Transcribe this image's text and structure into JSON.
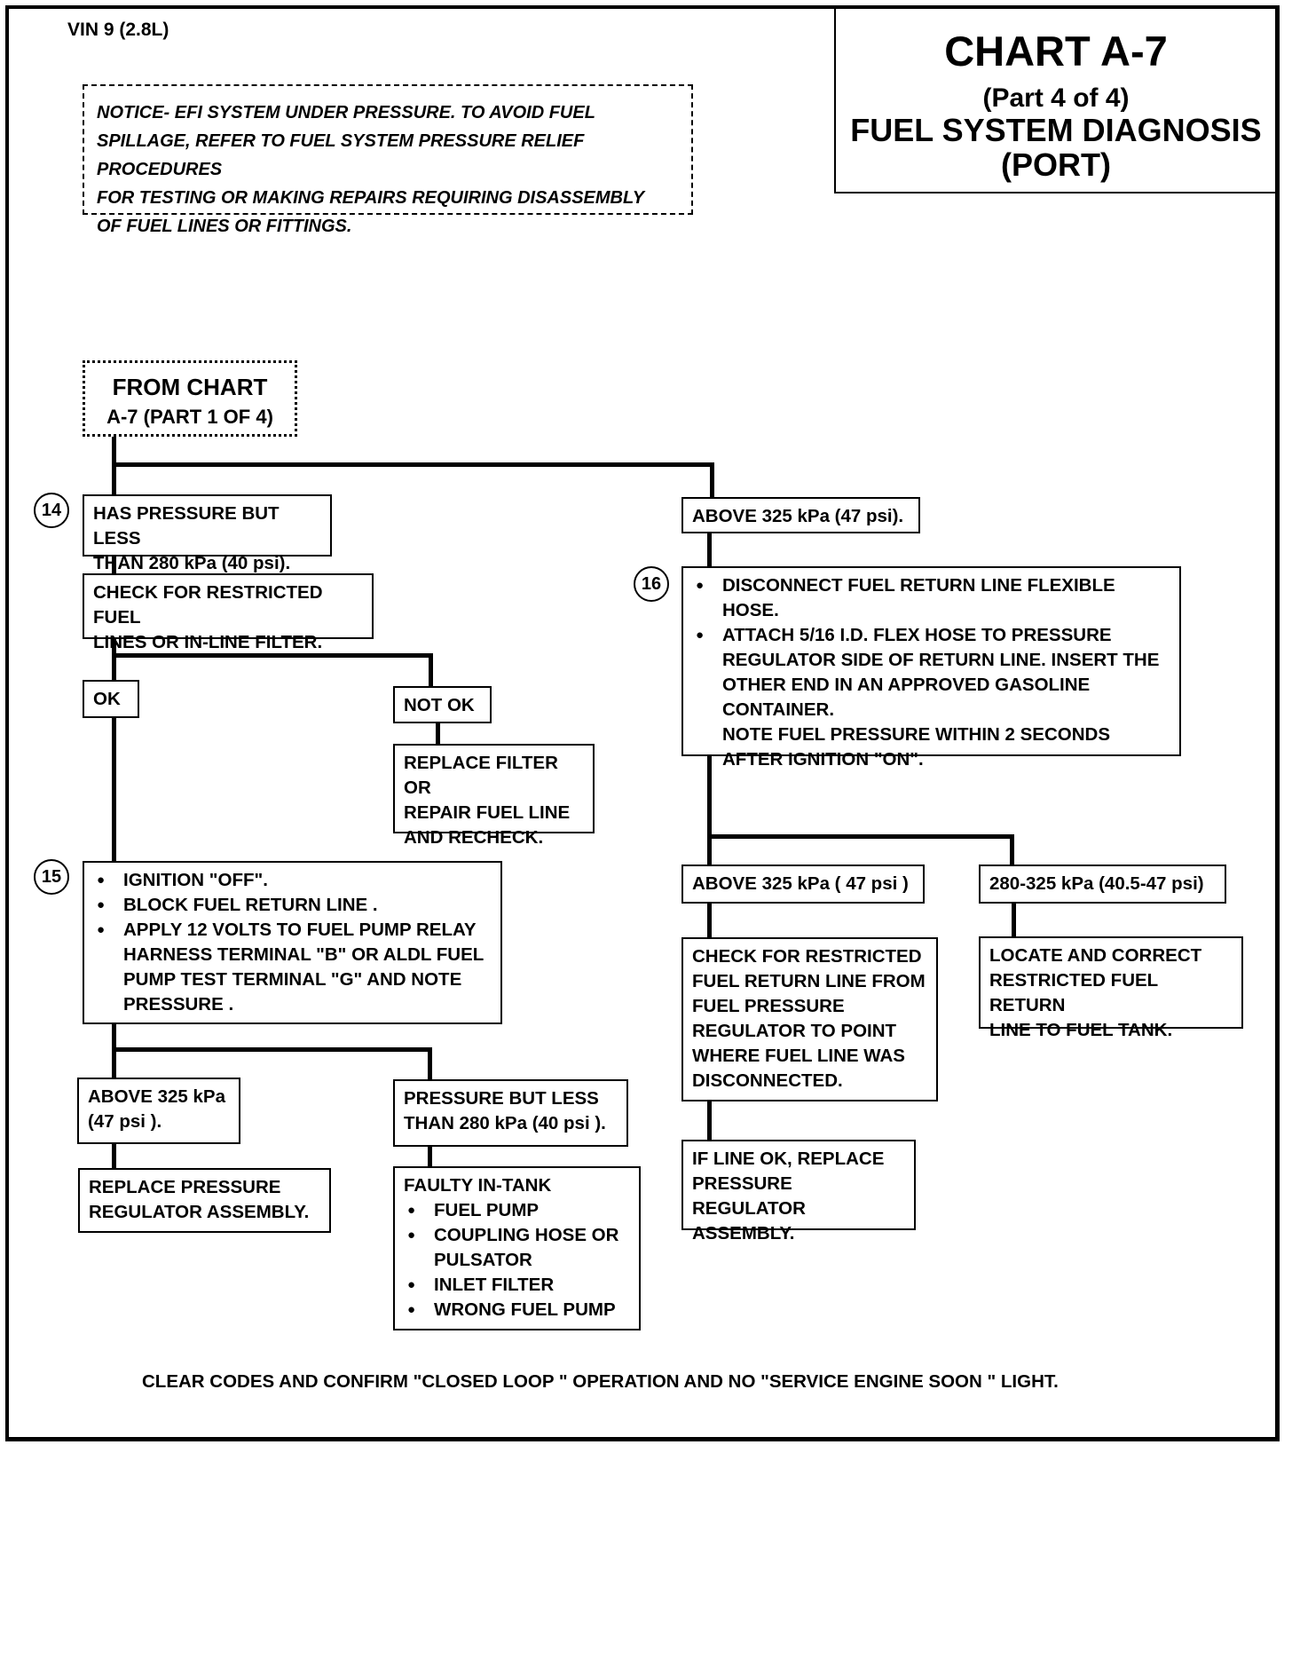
{
  "header": {
    "vin": "VIN 9 (2.8L)",
    "chart_title": "CHART A-7",
    "part": "(Part 4 of 4)",
    "subtitle": "FUEL SYSTEM DIAGNOSIS",
    "variant": "(PORT)"
  },
  "notice": {
    "lines": [
      "NOTICE- EFI SYSTEM UNDER PRESSURE. TO AVOID FUEL",
      "SPILLAGE, REFER TO FUEL SYSTEM PRESSURE RELIEF PROCEDURES",
      "FOR TESTING OR MAKING REPAIRS REQUIRING DISASSEMBLY",
      "OF FUEL LINES OR FITTINGS."
    ]
  },
  "from_chart": {
    "line1": "FROM CHART",
    "line2": "A-7 (PART 1 OF 4)"
  },
  "steps": {
    "s14": "14",
    "s15": "15",
    "s16": "16"
  },
  "left": {
    "has_pressure": [
      "HAS PRESSURE BUT LESS",
      "THAN 280 kPa (40 psi)."
    ],
    "check_restricted": [
      "CHECK FOR RESTRICTED FUEL",
      "LINES OR IN-LINE FILTER."
    ],
    "ok": "OK",
    "not_ok": "NOT OK",
    "replace_filter": [
      "REPLACE FILTER OR",
      "REPAIR FUEL LINE",
      "AND RECHECK."
    ],
    "step15": [
      "IGNITION \"OFF\".",
      "BLOCK FUEL RETURN LINE .",
      "APPLY 12 VOLTS TO FUEL PUMP RELAY HARNESS TERMINAL \"B\" OR ALDL FUEL PUMP TEST TERMINAL \"G\" AND NOTE PRESSURE ."
    ],
    "above325": [
      "ABOVE 325 kPa",
      "(47 psi )."
    ],
    "pressure_less": [
      "PRESSURE BUT LESS",
      "THAN 280 kPa (40 psi )."
    ],
    "replace_regulator": [
      "REPLACE PRESSURE",
      "REGULATOR ASSEMBLY."
    ],
    "faulty_title": "FAULTY IN-TANK",
    "faulty_items": [
      "FUEL PUMP",
      "COUPLING HOSE OR PULSATOR",
      "INLET FILTER",
      "WRONG FUEL PUMP"
    ]
  },
  "right": {
    "above325_top": "ABOVE 325 kPa (47 psi).",
    "step16_items": [
      "DISCONNECT FUEL RETURN LINE FLEXIBLE HOSE.",
      "ATTACH 5/16 I.D. FLEX HOSE TO PRESSURE REGULATOR SIDE OF RETURN LINE. INSERT THE OTHER END IN AN APPROVED GASOLINE CONTAINER."
    ],
    "step16_note": "NOTE FUEL PRESSURE WITHIN 2 SECONDS AFTER IGNITION \"ON\".",
    "above325_b": "ABOVE 325 kPa ( 47 psi )",
    "range": "280-325 kPa (40.5-47 psi)",
    "check_return": [
      "CHECK FOR RESTRICTED",
      "FUEL RETURN LINE FROM",
      "FUEL PRESSURE",
      "REGULATOR TO POINT",
      "WHERE FUEL LINE WAS",
      "DISCONNECTED."
    ],
    "locate_correct": [
      "LOCATE AND CORRECT",
      "RESTRICTED FUEL RETURN",
      "LINE TO FUEL TANK."
    ],
    "if_line_ok": [
      "IF LINE OK, REPLACE",
      "PRESSURE REGULATOR",
      "ASSEMBLY."
    ]
  },
  "footer": "CLEAR CODES AND CONFIRM \"CLOSED LOOP \" OPERATION AND NO \"SERVICE ENGINE SOON \" LIGHT."
}
